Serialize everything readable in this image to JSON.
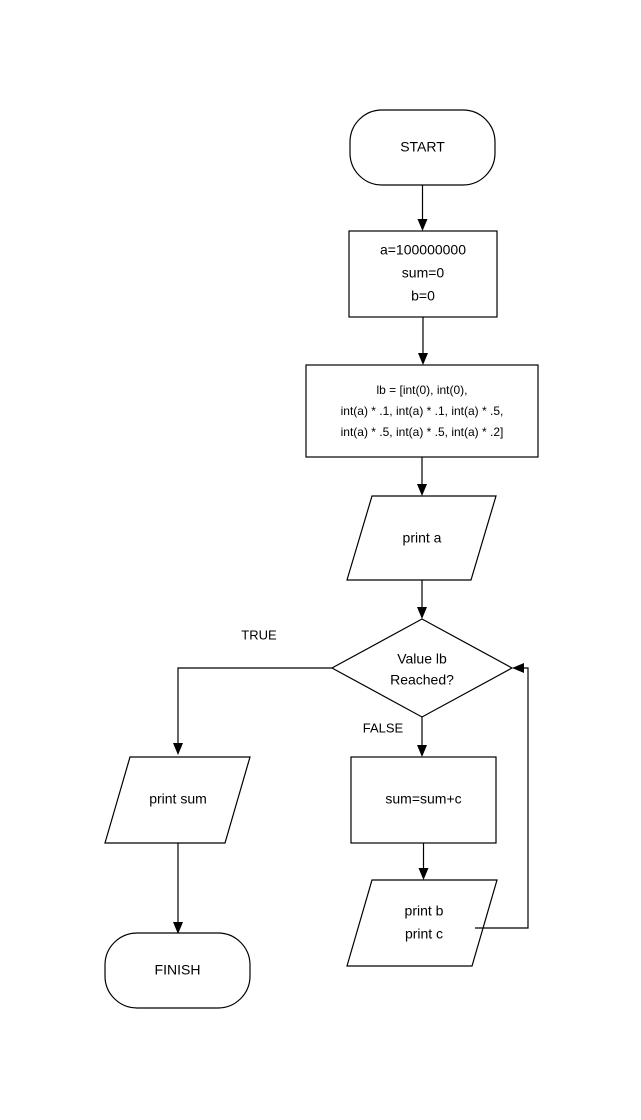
{
  "diagram": {
    "type": "flowchart",
    "title": "",
    "background_color": "#ffffff",
    "stroke_color": "#000000",
    "fill_color": "#ffffff"
  },
  "nodes": {
    "start": {
      "shape": "terminator",
      "label": "START"
    },
    "init": {
      "shape": "process",
      "line1": "a=100000000",
      "line2": "sum=0",
      "line3": "b=0"
    },
    "list_def": {
      "shape": "process",
      "line1": "lb = [int(0), int(0),",
      "line2": "int(a) * .1, int(a) * .1, int(a) * .5,",
      "line3": "int(a) * .5, int(a) * .5, int(a) * .2]"
    },
    "print_a": {
      "shape": "input-output",
      "label": "print a"
    },
    "decision": {
      "shape": "decision",
      "line1": "Value lb",
      "line2": "Reached?"
    },
    "print_sum": {
      "shape": "input-output",
      "label": "print sum"
    },
    "accumulate": {
      "shape": "process",
      "label": "sum=sum+c"
    },
    "print_bc": {
      "shape": "input-output",
      "line1": "print b",
      "line2": "print c"
    },
    "finish": {
      "shape": "terminator",
      "label": "FINISH"
    }
  },
  "edge_labels": {
    "true_branch": "TRUE",
    "false_branch": "FALSE"
  }
}
